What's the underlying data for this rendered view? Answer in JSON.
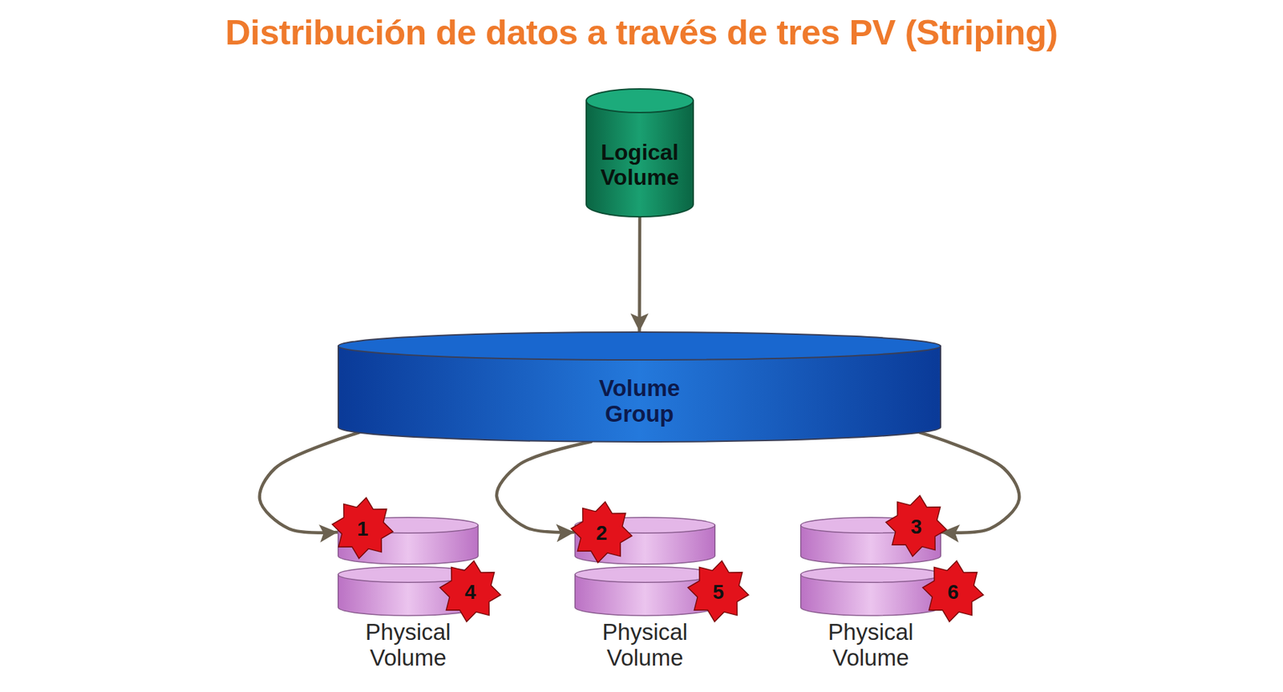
{
  "diagram": {
    "title": "Distribución de datos a través de tres PV (Striping)",
    "nodes": [
      {
        "text": [
          "Logical Volume"
        ]
      },
      {
        "text": [
          "Volume Group"
        ]
      },
      {
        "text": [
          "Physical Volume"
        ]
      },
      {
        "text": [
          "Physical Volume"
        ]
      },
      {
        "text": [
          "Physical Volume"
        ]
      }
    ],
    "edges": [
      {
        "from": 0,
        "to": 1,
        "arrow": "to"
      },
      {
        "from": 1,
        "to": 2,
        "arrow": "to"
      },
      {
        "from": 1,
        "to": 3,
        "arrow": "to"
      },
      {
        "from": 1,
        "to": 4,
        "arrow": "to"
      }
    ],
    "labels": [
      "1",
      "2",
      "3",
      "4",
      "5",
      "6"
    ]
  }
}
